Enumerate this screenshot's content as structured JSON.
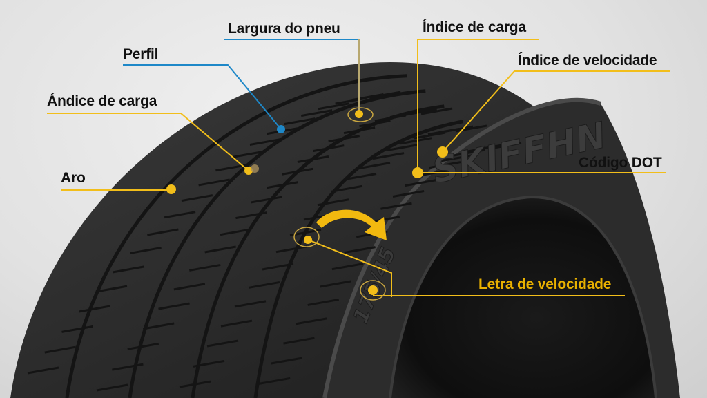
{
  "labels": {
    "tire_width": "Largura do pneu",
    "profile": "Perfil",
    "load_index_left": "Ándice de carga",
    "rim": "Aro",
    "load_index_right": "Índice de carga",
    "speed_index": "Índice de velocidade",
    "dot_code": "Código DOT",
    "speed_letter": "Letra de velocidade"
  },
  "sidewall": {
    "brand": "SKIFFHN",
    "size_marking": "175/45"
  },
  "colors": {
    "accent_yellow": "#f2be1a",
    "accent_blue": "#1e88c8",
    "tire": "#2a2a2a"
  }
}
